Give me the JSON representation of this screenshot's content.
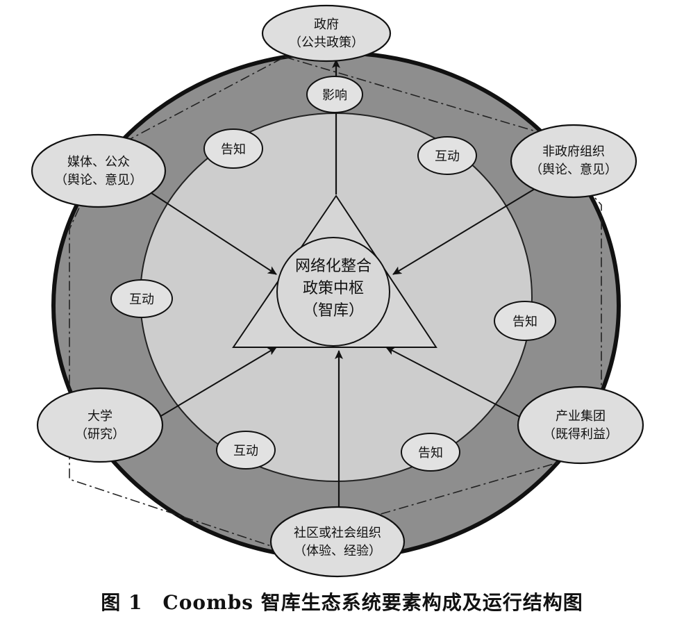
{
  "diagram": {
    "center": {
      "line1": "网络化整合",
      "line2": "政策中枢",
      "line3": "（智库）"
    },
    "nodes": [
      {
        "id": "government",
        "line1": "政府",
        "line2": "（公共政策）"
      },
      {
        "id": "ngo",
        "line1": "非政府组织",
        "line2": "（舆论、意见）"
      },
      {
        "id": "industry",
        "line1": "产业集团",
        "line2": "（既得利益）"
      },
      {
        "id": "community",
        "line1": "社区或社会组织",
        "line2": "（体验、经验）"
      },
      {
        "id": "university",
        "line1": "大学",
        "line2": "（研究）"
      },
      {
        "id": "media",
        "line1": "媒体、公众",
        "line2": "（舆论、意见）"
      }
    ],
    "relations": [
      {
        "id": "influence",
        "label": "影响"
      },
      {
        "id": "interact-ngo",
        "label": "互动"
      },
      {
        "id": "inform-industry",
        "label": "告知"
      },
      {
        "id": "inform-community",
        "label": "告知"
      },
      {
        "id": "interact-community",
        "label": "互动"
      },
      {
        "id": "interact-university",
        "label": "互动"
      },
      {
        "id": "inform-media",
        "label": "告知"
      }
    ]
  },
  "caption": "图 1　Coombs 智库生态系统要素构成及运行结构图"
}
